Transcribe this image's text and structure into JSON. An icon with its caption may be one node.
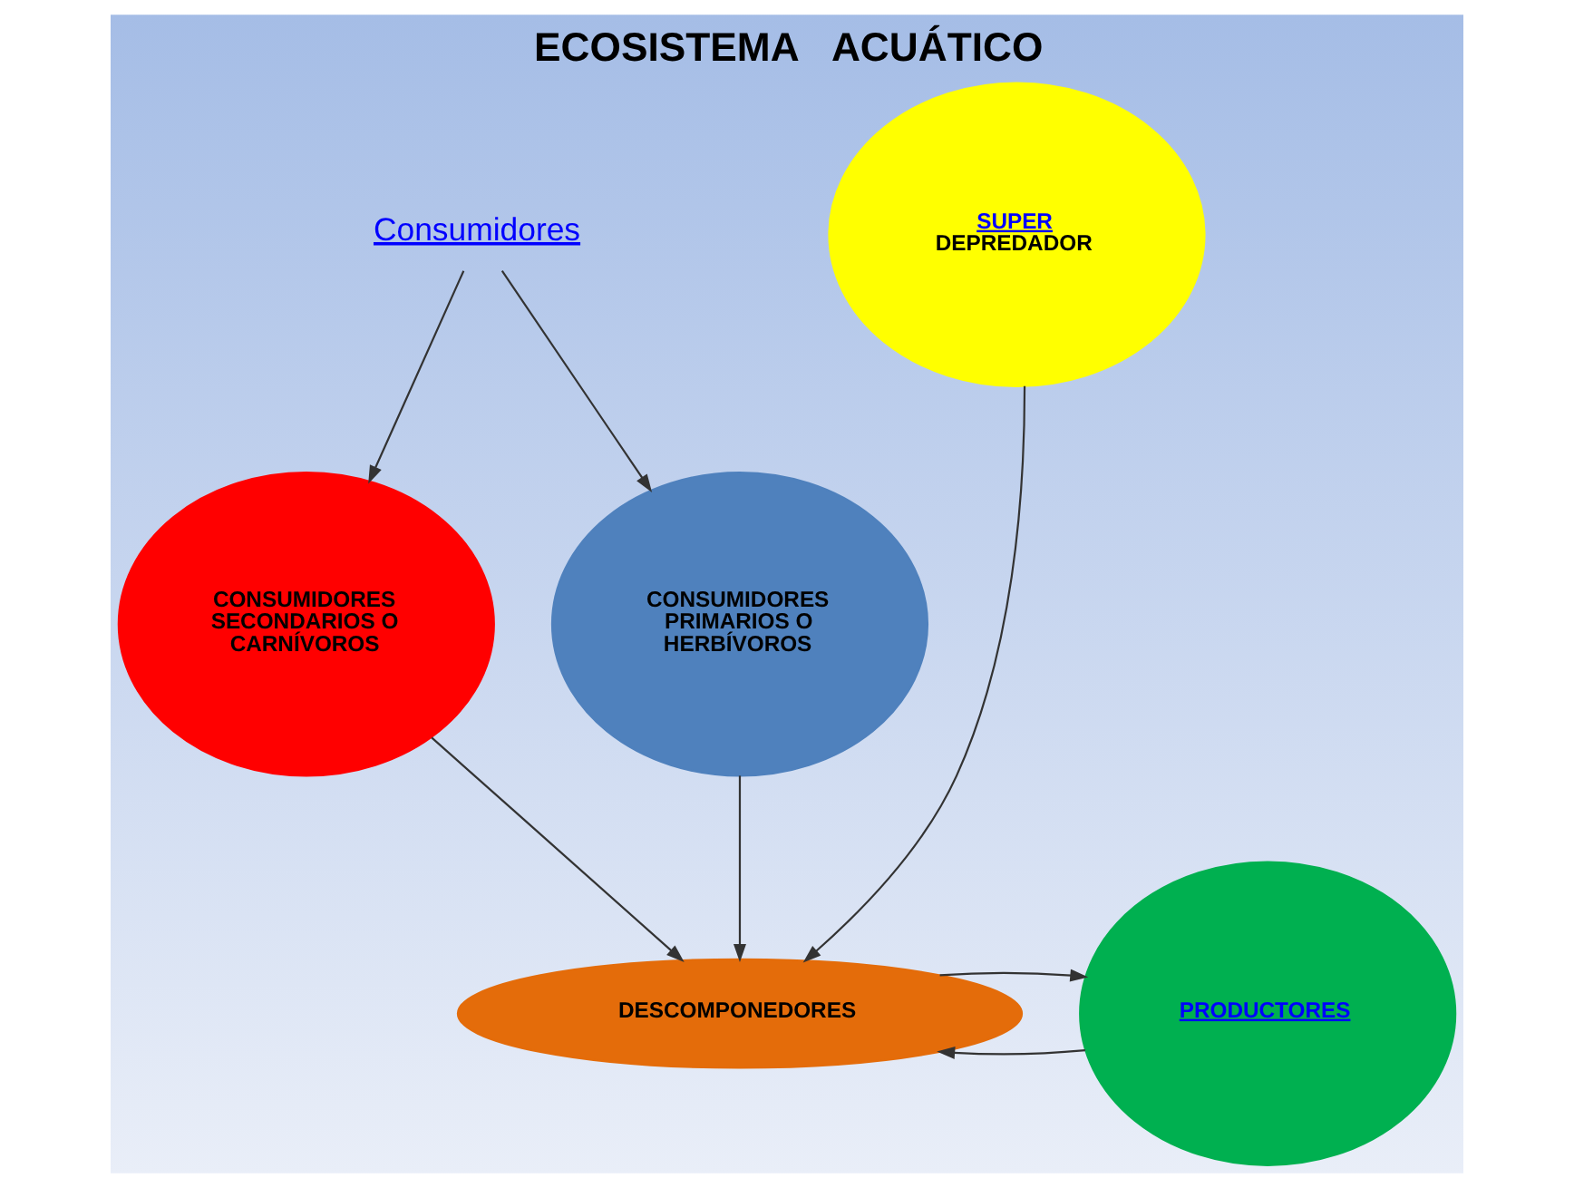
{
  "diagram": {
    "title": "ECOSISTEMA   ACUÁTICO",
    "nodes": [
      {
        "text": [
          "Consumidores"
        ]
      },
      {
        "text": [
          "SUPER",
          "DEPREDADOR"
        ]
      },
      {
        "text": [
          "CONSUMIDORES SECONDARIOS O CARNÍVOROS"
        ]
      },
      {
        "text": [
          "CONSUMIDORES PRIMARIOS O HERBÍVOROS"
        ]
      },
      {
        "text": [
          "PRODUCTORES"
        ]
      },
      {
        "text": [
          "DESCOMPONEDORES"
        ]
      }
    ],
    "edges": [
      {
        "from": 0,
        "to": 3,
        "arrow": "to"
      },
      {
        "from": 0,
        "to": 2,
        "arrow": "to"
      },
      {
        "from": 2,
        "to": 5,
        "arrow": "to"
      },
      {
        "from": 1,
        "to": 5,
        "arrow": "to"
      },
      {
        "from": 3,
        "to": 5,
        "arrow": "to"
      },
      {
        "from": 4,
        "to": 5,
        "arrow": "to"
      },
      {
        "from": 5,
        "to": 4,
        "arrow": "to"
      }
    ]
  }
}
